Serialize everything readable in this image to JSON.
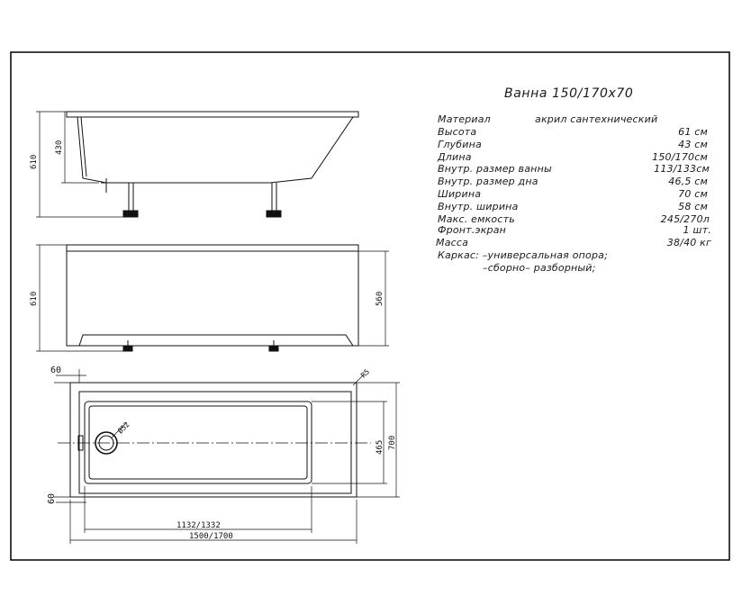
{
  "title": "Ванна  150/170х70",
  "specs": [
    {
      "label": "Материал",
      "extra": "акрил сантехнический",
      "value": ""
    },
    {
      "label": "Высота",
      "value": "61  см"
    },
    {
      "label": "Глубина",
      "value": "43  см"
    },
    {
      "label": "Длина",
      "value": "150/170см"
    },
    {
      "label": "Внутр. размер ванны",
      "value": "113/133см"
    },
    {
      "label": "Внутр. размер дна",
      "value": "46,5  см"
    },
    {
      "label": "Ширина",
      "value": "70  см"
    },
    {
      "label": "Внутр. ширина",
      "value": "58  см"
    },
    {
      "label": "Макс. емкость",
      "value": "245/270л"
    },
    {
      "label": "Фронт.экран",
      "value": "1  шт."
    },
    {
      "label": "Масса",
      "value": "38/40  кг"
    },
    {
      "label": "Каркас: –универсальная опора;",
      "value": ""
    },
    {
      "label": "–сборно– разборный;",
      "value": ""
    }
  ],
  "dims": {
    "side_height": "610",
    "side_depth": "430",
    "front_height": "610",
    "front_screen": "560",
    "top_edge": "60",
    "bottom_edge": "60",
    "drain": "Ø52",
    "corner": "R5",
    "inner_width": "465",
    "total_width": "700",
    "inner_length": "1132/1332",
    "total_length": "1500/1700"
  }
}
